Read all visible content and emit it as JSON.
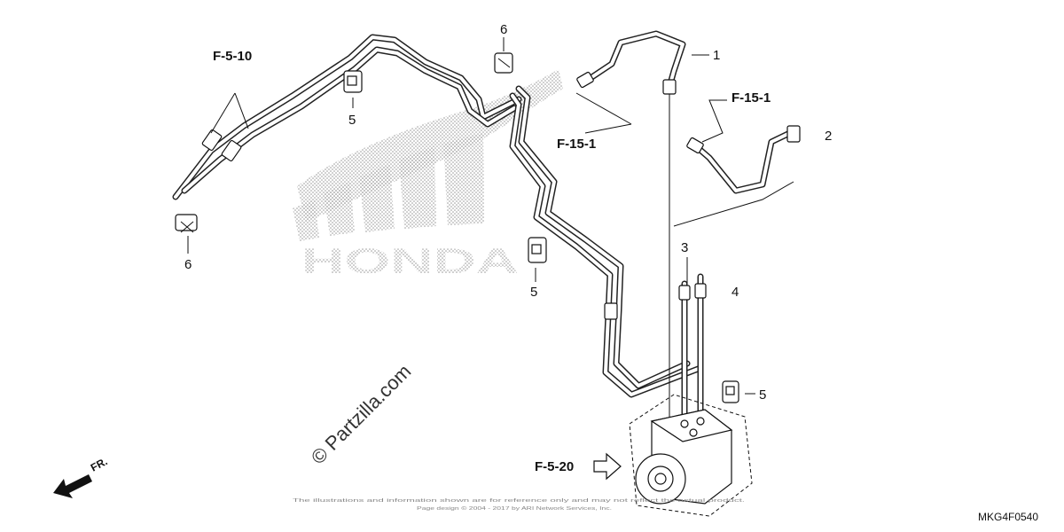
{
  "diagram": {
    "callouts": {
      "ref_f510": "F-5-10",
      "ref_f151_left": "F-15-1",
      "ref_f151_right": "F-15-1",
      "ref_f520": "F-5-20"
    },
    "part_numbers": {
      "p1": "1",
      "p2": "2",
      "p3": "3",
      "p4": "4",
      "p5_top": "5",
      "p5_mid": "5",
      "p5_right": "5",
      "p6_top": "6",
      "p6_left": "6"
    },
    "direction_label": "FR.",
    "watermark": "© Partzilla.com",
    "diagram_code": "MKG4F0540",
    "background_logo_text": "HONDA",
    "fine_print_line1": "The illustrations and information shown are for reference only and may not reflect the actual product.",
    "fine_print_line2": "Page design © 2004 - 2017 by ARI Network Services, Inc.",
    "colors": {
      "ink": "#111111",
      "pipe": "#222222",
      "logo_dots": "#9a9a9a",
      "background": "#ffffff"
    }
  }
}
